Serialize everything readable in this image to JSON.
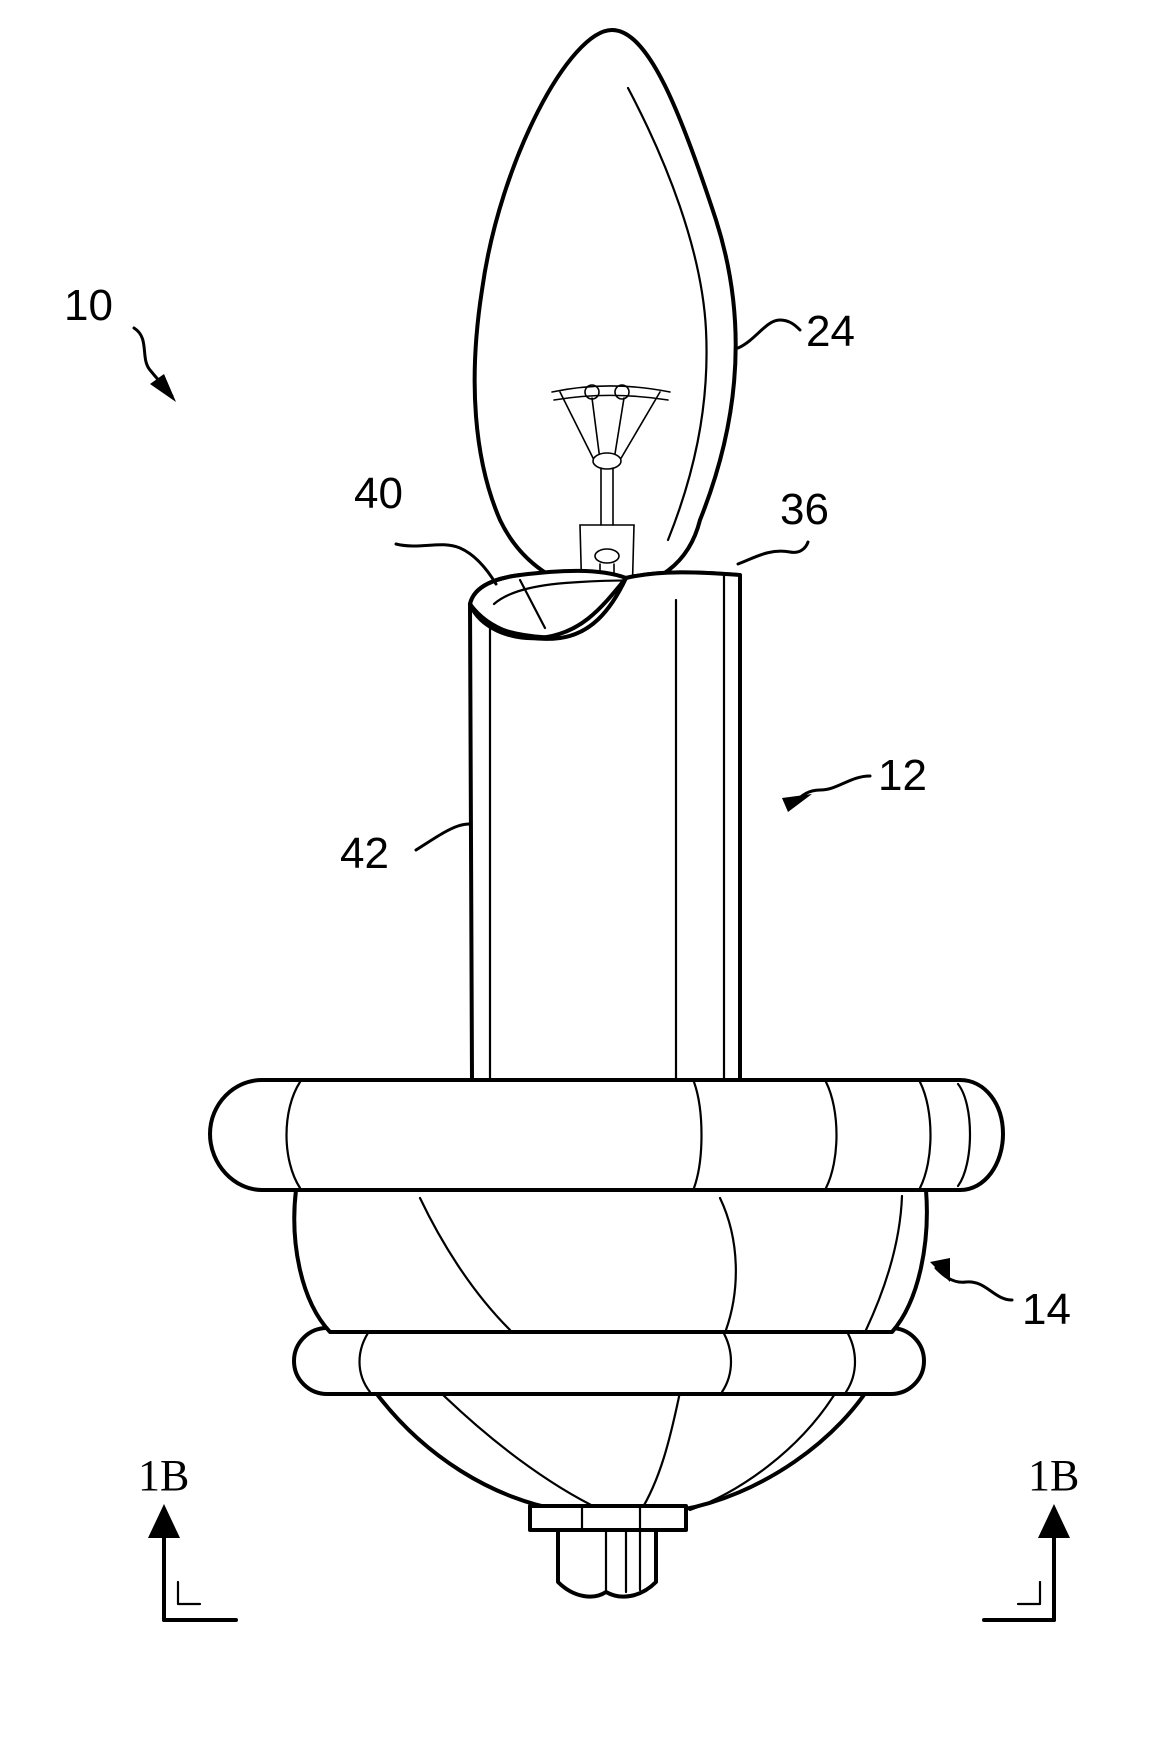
{
  "labels": {
    "assembly": "10",
    "bulb": "24",
    "sleeve_top": "40",
    "sleeve_rim": "36",
    "candle_sleeve": "12",
    "sleeve_side": "42",
    "base": "14",
    "section_left": "1B",
    "section_right": "1B"
  },
  "colors": {
    "line": "#000000",
    "background": "#ffffff"
  }
}
